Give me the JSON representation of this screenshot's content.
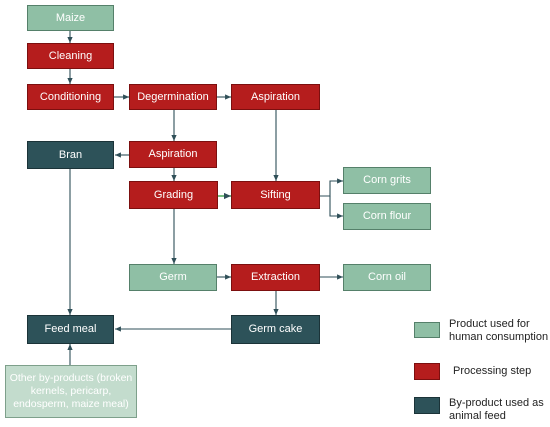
{
  "nodes": {
    "maize": "Maize",
    "cleaning": "Cleaning",
    "conditioning": "Conditioning",
    "degermination": "Degermination",
    "aspiration_top": "Aspiration",
    "aspiration_mid": "Aspiration",
    "bran": "Bran",
    "grading": "Grading",
    "sifting": "Sifting",
    "corn_grits": "Corn grits",
    "corn_flour": "Corn flour",
    "germ": "Germ",
    "extraction": "Extraction",
    "corn_oil": "Corn oil",
    "feed_meal": "Feed meal",
    "germ_cake": "Germ cake",
    "other_byproducts": "Other by-products (broken kernels, pericarp, endosperm, maize meal)"
  },
  "legend": {
    "human": "Product used for human consumption",
    "process": "Processing step",
    "feed": "By-product used as animal feed"
  },
  "colors": {
    "product": "#8fbfa5",
    "processing": "#b51d1d",
    "by_product_feed": "#2d5259",
    "other_byproducts": "#c3dccd",
    "arrow": "#2f4f58",
    "green_link": "#2e9e3e"
  }
}
